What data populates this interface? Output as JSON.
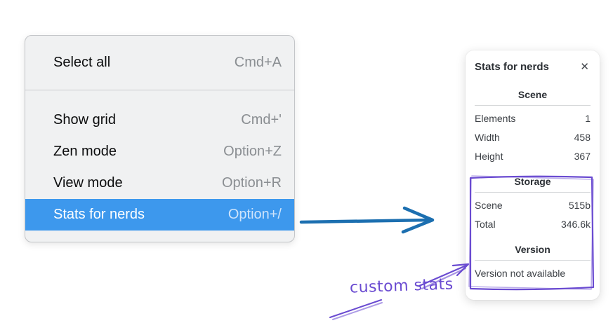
{
  "menu": {
    "background": "#f0f1f2",
    "highlight_color": "#3d98ed",
    "items": [
      {
        "label": "Select all",
        "shortcut": "Cmd+A",
        "selected": false
      },
      {
        "label": "Show grid",
        "shortcut": "Cmd+'",
        "selected": false
      },
      {
        "label": "Zen mode",
        "shortcut": "Option+Z",
        "selected": false
      },
      {
        "label": "View mode",
        "shortcut": "Option+R",
        "selected": false
      },
      {
        "label": "Stats for nerds",
        "shortcut": "Option+/",
        "selected": true
      }
    ]
  },
  "panel": {
    "title": "Stats for nerds",
    "close_icon": "✕",
    "sections": [
      {
        "heading": "Scene",
        "rows": [
          {
            "label": "Elements",
            "value": "1"
          },
          {
            "label": "Width",
            "value": "458"
          },
          {
            "label": "Height",
            "value": "367"
          }
        ]
      },
      {
        "heading": "Storage",
        "rows": [
          {
            "label": "Scene",
            "value": "515b"
          },
          {
            "label": "Total",
            "value": "346.6k"
          }
        ]
      },
      {
        "heading": "Version",
        "note": "Version not available"
      }
    ]
  },
  "annotation": {
    "label": "custom stats",
    "color": "#6a4bd1"
  },
  "flow_arrow": {
    "color": "#1c6fb0"
  }
}
